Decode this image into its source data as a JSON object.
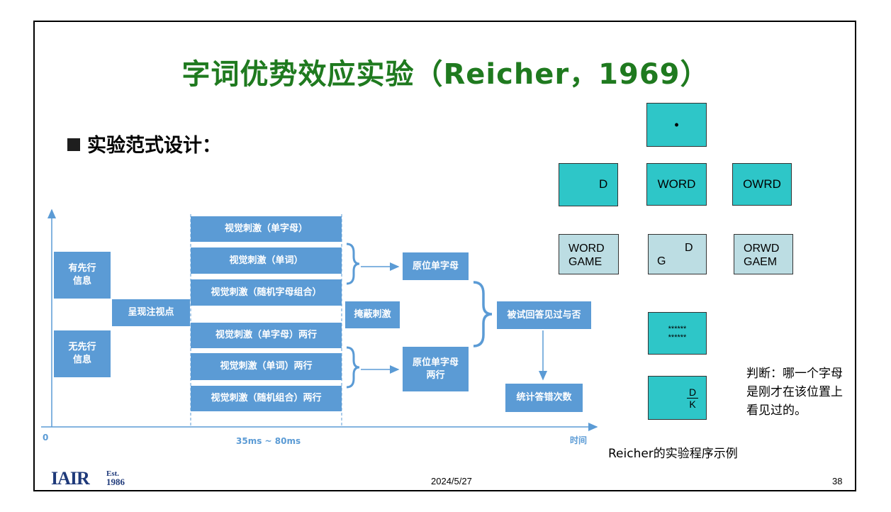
{
  "title": "字词优势效应实验（Reicher，1969）",
  "section_heading": "实验范式设计：",
  "flow": {
    "precue_yes": "有先行\n信息",
    "precue_no": "无先行\n信息",
    "fixation": "呈现注视点",
    "stimuli": [
      "视觉刺激（单字母）",
      "视觉刺激（单词）",
      "视觉刺激（随机字母组合）",
      "视觉刺激（单字母）两行",
      "视觉刺激（单词）两行",
      "视觉刺激（随机组合）两行"
    ],
    "mask": "掩蔽刺激",
    "probe_single": "原位单字母",
    "probe_double": "原位单字母\n两行",
    "response": "被试回答见过与否",
    "count": "统计答错次数",
    "axis_origin": "0",
    "axis_duration": "35ms ~ 80ms",
    "axis_time": "时间"
  },
  "example": {
    "fixation_dot": "•",
    "single_letter": "D",
    "word": "WORD",
    "nonword": "OWRD",
    "word_two_rows": [
      "WORD",
      "GAME"
    ],
    "letter_two_rows": [
      "D",
      "G"
    ],
    "nonword_two_rows": [
      "ORWD",
      "GAEM"
    ],
    "mask_rows": [
      "******",
      "******"
    ],
    "probe_top": "D",
    "probe_bottom": "K",
    "judgment_note": [
      "判断：哪一个字母",
      "是刚才在该位置上",
      "看见过的。"
    ],
    "caption": "Reicher的实验程序示例"
  },
  "footer": {
    "logo_main": "IAIR",
    "logo_est": "Est.",
    "logo_year": "1986",
    "date": "2024/5/27",
    "page_number": "38"
  },
  "colors": {
    "title_green": "#1f7a1f",
    "box_blue": "#5b9bd5",
    "teal": "#2ec6c8",
    "pale_teal": "#bcdde3",
    "logo_navy": "#1f3a7a"
  }
}
